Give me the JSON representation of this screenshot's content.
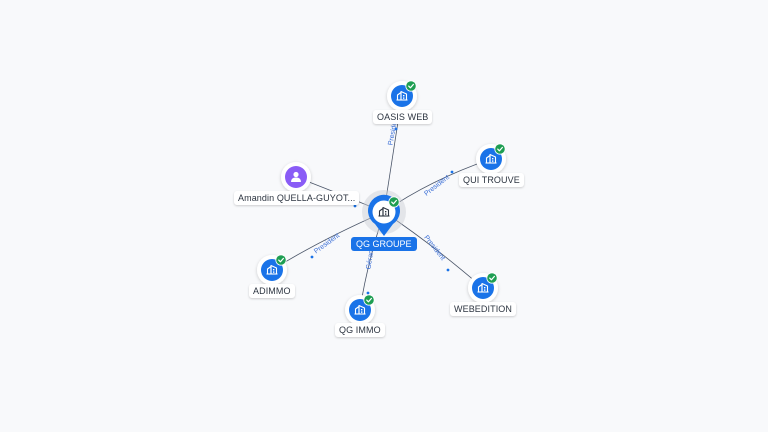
{
  "graph": {
    "accent_color": "#1a73e8",
    "check_color": "#1e9e52",
    "person_color": "#8a5cf6",
    "center": {
      "label": "QG GROUPE",
      "icon": "building-icon"
    },
    "nodes": [
      {
        "id": "oasis",
        "label": "OASIS WEB",
        "icon": "building-icon",
        "verified": true
      },
      {
        "id": "qui",
        "label": "QUI TROUVE",
        "icon": "building-icon",
        "verified": true
      },
      {
        "id": "amandin",
        "label": "Amandin QUELLA-GUYOT...",
        "icon": "person-icon",
        "verified": false
      },
      {
        "id": "adimmo",
        "label": "ADIMMO",
        "icon": "building-icon",
        "verified": true
      },
      {
        "id": "qgimmo",
        "label": "QG IMMO",
        "icon": "building-icon",
        "verified": true
      },
      {
        "id": "webedition",
        "label": "WEBEDITION",
        "icon": "building-icon",
        "verified": true
      }
    ],
    "edges": [
      {
        "to": "oasis",
        "label": "President"
      },
      {
        "to": "qui",
        "label": "President"
      },
      {
        "to": "amandin",
        "label": ""
      },
      {
        "to": "adimmo",
        "label": "President"
      },
      {
        "to": "qgimmo",
        "label": "Gérant"
      },
      {
        "to": "webedition",
        "label": "President"
      }
    ]
  }
}
